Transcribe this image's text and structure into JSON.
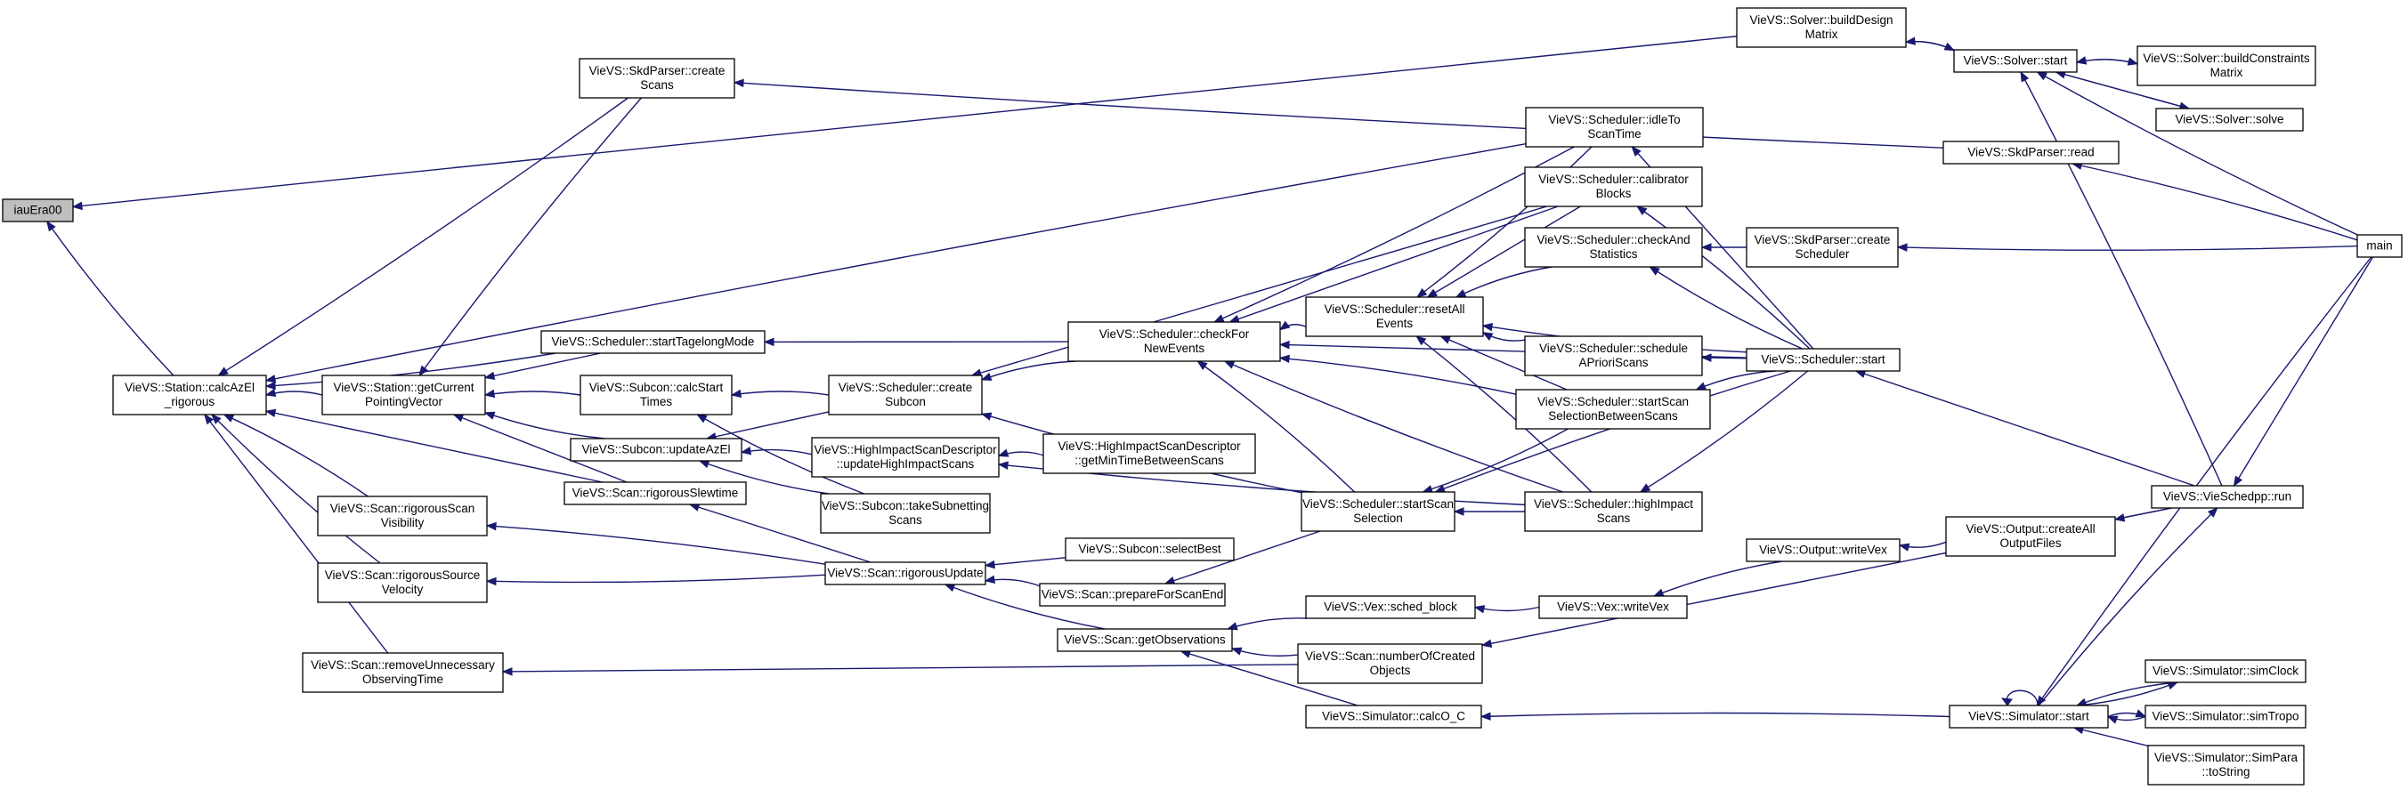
{
  "nodes": [
    {
      "id": "iauEra00",
      "lines": [
        "iauEra00"
      ]
    },
    {
      "id": "calcAzEl",
      "lines": [
        "VieVS::Station::calcAzEl",
        "_rigorous"
      ]
    },
    {
      "id": "getPV",
      "lines": [
        "VieVS::Station::getCurrent",
        "PointingVector"
      ]
    },
    {
      "id": "skdCreateScans",
      "lines": [
        "VieVS::SkdParser::create",
        "Scans"
      ]
    },
    {
      "id": "startTagelong",
      "lines": [
        "VieVS::Scheduler::startTagelongMode"
      ]
    },
    {
      "id": "calcStartTimes",
      "lines": [
        "VieVS::Subcon::calcStart",
        "Times"
      ]
    },
    {
      "id": "updateAzEl",
      "lines": [
        "VieVS::Subcon::updateAzEl"
      ]
    },
    {
      "id": "rigSlew",
      "lines": [
        "VieVS::Scan::rigorousSlewtime"
      ]
    },
    {
      "id": "rigScanVis",
      "lines": [
        "VieVS::Scan::rigorousScan",
        "Visibility"
      ]
    },
    {
      "id": "rigSrcVel",
      "lines": [
        "VieVS::Scan::rigorousSource",
        "Velocity"
      ]
    },
    {
      "id": "removeUnn",
      "lines": [
        "VieVS::Scan::removeUnnecessary",
        "ObservingTime"
      ]
    },
    {
      "id": "createSubcon",
      "lines": [
        "VieVS::Scheduler::create",
        "Subcon"
      ]
    },
    {
      "id": "hiUpdate",
      "lines": [
        "VieVS::HighImpactScanDescriptor",
        "::updateHighImpactScans"
      ]
    },
    {
      "id": "takeSub",
      "lines": [
        "VieVS::Subcon::takeSubnetting",
        "Scans"
      ]
    },
    {
      "id": "rigUpdate",
      "lines": [
        "VieVS::Scan::rigorousUpdate"
      ]
    },
    {
      "id": "selectBest",
      "lines": [
        "VieVS::Subcon::selectBest"
      ]
    },
    {
      "id": "prepEnd",
      "lines": [
        "VieVS::Scan::prepareForScanEnd"
      ]
    },
    {
      "id": "getObs",
      "lines": [
        "VieVS::Scan::getObservations"
      ]
    },
    {
      "id": "checkNew",
      "lines": [
        "VieVS::Scheduler::checkFor",
        "NewEvents"
      ]
    },
    {
      "id": "hiGetMin",
      "lines": [
        "VieVS::HighImpactScanDescriptor",
        "::getMinTimeBetweenScans"
      ]
    },
    {
      "id": "startScanSel",
      "lines": [
        "VieVS::Scheduler::startScan",
        "Selection"
      ]
    },
    {
      "id": "schedBlock",
      "lines": [
        "VieVS::Vex::sched_block"
      ]
    },
    {
      "id": "numCreated",
      "lines": [
        "VieVS::Scan::numberOfCreated",
        "Objects"
      ]
    },
    {
      "id": "calcOC",
      "lines": [
        "VieVS::Simulator::calcO_C"
      ]
    },
    {
      "id": "resetAll",
      "lines": [
        "VieVS::Scheduler::resetAll",
        "Events"
      ]
    },
    {
      "id": "idleTo",
      "lines": [
        "VieVS::Scheduler::idleTo",
        "ScanTime"
      ]
    },
    {
      "id": "calibBlocks",
      "lines": [
        "VieVS::Scheduler::calibrator",
        "Blocks"
      ]
    },
    {
      "id": "checkStats",
      "lines": [
        "VieVS::Scheduler::checkAnd",
        "Statistics"
      ]
    },
    {
      "id": "schedApriori",
      "lines": [
        "VieVS::Scheduler::schedule",
        "APrioriScans"
      ]
    },
    {
      "id": "startScanBetween",
      "lines": [
        "VieVS::Scheduler::startScan",
        "SelectionBetweenScans"
      ]
    },
    {
      "id": "highImpactScans",
      "lines": [
        "VieVS::Scheduler::highImpact",
        "Scans"
      ]
    },
    {
      "id": "writeVex",
      "lines": [
        "VieVS::Vex::writeVex"
      ]
    },
    {
      "id": "buildDesign",
      "lines": [
        "VieVS::Solver::buildDesign",
        "Matrix"
      ]
    },
    {
      "id": "skdRead",
      "lines": [
        "VieVS::SkdParser::read"
      ]
    },
    {
      "id": "skdCreateSched",
      "lines": [
        "VieVS::SkdParser::create",
        "Scheduler"
      ]
    },
    {
      "id": "schedStart",
      "lines": [
        "VieVS::Scheduler::start"
      ]
    },
    {
      "id": "outWriteVex",
      "lines": [
        "VieVS::Output::writeVex"
      ]
    },
    {
      "id": "outCreateAll",
      "lines": [
        "VieVS::Output::createAll",
        "OutputFiles"
      ]
    },
    {
      "id": "solverStart",
      "lines": [
        "VieVS::Solver::start"
      ]
    },
    {
      "id": "simStart",
      "lines": [
        "VieVS::Simulator::start"
      ]
    },
    {
      "id": "buildConstr",
      "lines": [
        "VieVS::Solver::buildConstraints",
        "Matrix"
      ]
    },
    {
      "id": "solverSolve",
      "lines": [
        "VieVS::Solver::solve"
      ]
    },
    {
      "id": "vieRun",
      "lines": [
        "VieVS::VieSchedpp::run"
      ]
    },
    {
      "id": "simClock",
      "lines": [
        "VieVS::Simulator::simClock"
      ]
    },
    {
      "id": "simTropo",
      "lines": [
        "VieVS::Simulator::simTropo"
      ]
    },
    {
      "id": "simPara",
      "lines": [
        "VieVS::Simulator::SimPara",
        "::toString"
      ]
    },
    {
      "id": "main",
      "lines": [
        "main"
      ]
    }
  ],
  "edges": [
    [
      "calcAzEl",
      "iauEra00"
    ],
    [
      "buildDesign",
      "iauEra00"
    ],
    [
      "getPV",
      "calcAzEl"
    ],
    [
      "startTagelong",
      "calcAzEl"
    ],
    [
      "rigSlew",
      "calcAzEl"
    ],
    [
      "rigScanVis",
      "calcAzEl"
    ],
    [
      "rigSrcVel",
      "calcAzEl"
    ],
    [
      "removeUnn",
      "calcAzEl"
    ],
    [
      "idleTo",
      "calcAzEl"
    ],
    [
      "skdCreateScans",
      "calcAzEl"
    ],
    [
      "startTagelong",
      "getPV"
    ],
    [
      "calcStartTimes",
      "getPV"
    ],
    [
      "updateAzEl",
      "getPV"
    ],
    [
      "rigSlew",
      "getPV"
    ],
    [
      "skdCreateScans",
      "getPV"
    ],
    [
      "skdRead",
      "skdCreateScans"
    ],
    [
      "checkNew",
      "startTagelong"
    ],
    [
      "createSubcon",
      "calcStartTimes"
    ],
    [
      "takeSub",
      "calcStartTimes"
    ],
    [
      "createSubcon",
      "updateAzEl"
    ],
    [
      "hiUpdate",
      "updateAzEl"
    ],
    [
      "takeSub",
      "updateAzEl"
    ],
    [
      "rigUpdate",
      "rigSlew"
    ],
    [
      "rigUpdate",
      "rigScanVis"
    ],
    [
      "rigUpdate",
      "rigSrcVel"
    ],
    [
      "numCreated",
      "removeUnn"
    ],
    [
      "checkNew",
      "createSubcon"
    ],
    [
      "startScanSel",
      "createSubcon"
    ],
    [
      "calibBlocks",
      "createSubcon"
    ],
    [
      "hiGetMin",
      "hiUpdate"
    ],
    [
      "highImpactScans",
      "hiUpdate"
    ],
    [
      "selectBest",
      "rigUpdate"
    ],
    [
      "prepEnd",
      "rigUpdate"
    ],
    [
      "getObs",
      "rigUpdate"
    ],
    [
      "startScanSel",
      "prepEnd"
    ],
    [
      "schedBlock",
      "getObs"
    ],
    [
      "numCreated",
      "getObs"
    ],
    [
      "calcOC",
      "getObs"
    ],
    [
      "resetAll",
      "checkNew"
    ],
    [
      "idleTo",
      "checkNew"
    ],
    [
      "calibBlocks",
      "checkNew"
    ],
    [
      "startScanBetween",
      "checkNew"
    ],
    [
      "highImpactScans",
      "checkNew"
    ],
    [
      "schedStart",
      "checkNew"
    ],
    [
      "startScanSel",
      "checkNew"
    ],
    [
      "startScanBetween",
      "startScanSel"
    ],
    [
      "highImpactScans",
      "startScanSel"
    ],
    [
      "schedStart",
      "startScanSel"
    ],
    [
      "writeVex",
      "schedBlock"
    ],
    [
      "vieRun",
      "numCreated"
    ],
    [
      "simStart",
      "calcOC"
    ],
    [
      "idleTo",
      "resetAll"
    ],
    [
      "calibBlocks",
      "resetAll"
    ],
    [
      "checkStats",
      "resetAll"
    ],
    [
      "schedApriori",
      "resetAll"
    ],
    [
      "startScanBetween",
      "resetAll"
    ],
    [
      "highImpactScans",
      "resetAll"
    ],
    [
      "schedStart",
      "resetAll"
    ],
    [
      "schedStart",
      "idleTo"
    ],
    [
      "schedStart",
      "calibBlocks"
    ],
    [
      "schedStart",
      "checkStats"
    ],
    [
      "schedStart",
      "schedApriori"
    ],
    [
      "schedStart",
      "startScanBetween"
    ],
    [
      "schedStart",
      "highImpactScans"
    ],
    [
      "skdCreateSched",
      "checkStats"
    ],
    [
      "outWriteVex",
      "writeVex"
    ],
    [
      "outCreateAll",
      "outWriteVex"
    ],
    [
      "vieRun",
      "outCreateAll"
    ],
    [
      "solverStart",
      "buildDesign"
    ],
    [
      "buildDesign",
      "solverStart"
    ],
    [
      "solverSolve",
      "solverStart"
    ],
    [
      "buildConstr",
      "solverStart"
    ],
    [
      "solverStart",
      "buildConstr"
    ],
    [
      "solverStart",
      "solverSolve"
    ],
    [
      "main",
      "skdRead"
    ],
    [
      "main",
      "skdCreateSched"
    ],
    [
      "vieRun",
      "schedStart"
    ],
    [
      "vieRun",
      "solverStart"
    ],
    [
      "main",
      "solverStart"
    ],
    [
      "main",
      "vieRun"
    ],
    [
      "main",
      "simStart"
    ],
    [
      "simStart",
      "vieRun"
    ],
    [
      "simStart",
      "simStart"
    ],
    [
      "simClock",
      "simStart"
    ],
    [
      "simTropo",
      "simStart"
    ],
    [
      "simPara",
      "simStart"
    ],
    [
      "simStart",
      "simClock"
    ],
    [
      "simStart",
      "simTropo"
    ]
  ]
}
